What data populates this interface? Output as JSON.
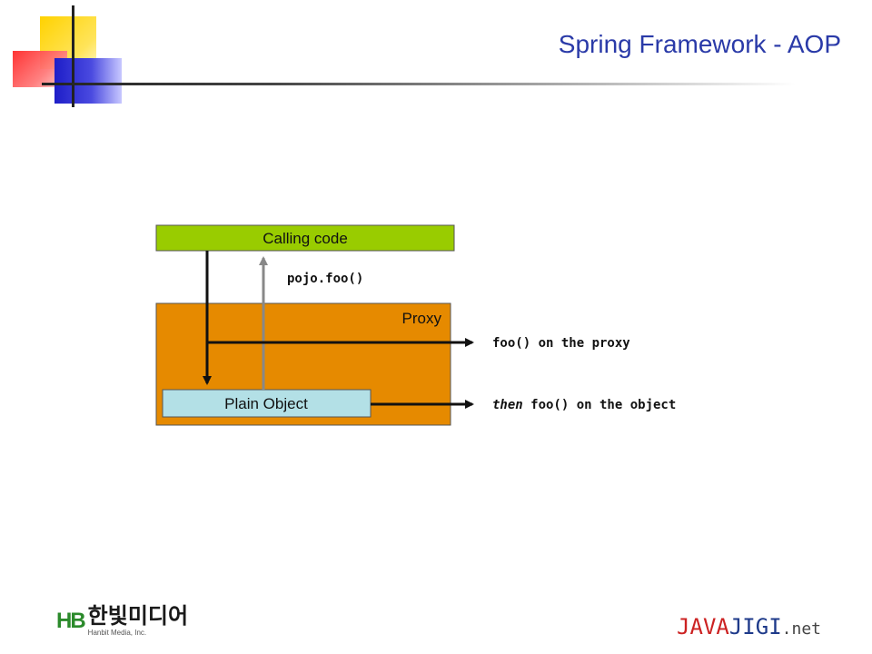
{
  "slide": {
    "title": "Spring Framework - AOP"
  },
  "diagram": {
    "calling_code_label": "Calling code",
    "call_label": "pojo.foo()",
    "proxy_label": "Proxy",
    "proxy_call_label": "foo() on the proxy",
    "plain_object_label": "Plain Object",
    "object_call_prefix": "then",
    "object_call_label": " foo() on the object",
    "colors": {
      "calling_code_fill": "#99cc00",
      "proxy_fill": "#e68a00",
      "plain_object_fill": "#b3e0e6",
      "return_arrow": "#888888"
    }
  },
  "footer": {
    "left_logo_mark": "HB",
    "left_logo_korean": "한빛미디어",
    "left_logo_english": "Hanbit Media, Inc.",
    "right_logo_java": "JAVA",
    "right_logo_jigi": "JIGI",
    "right_logo_net": ".net"
  }
}
